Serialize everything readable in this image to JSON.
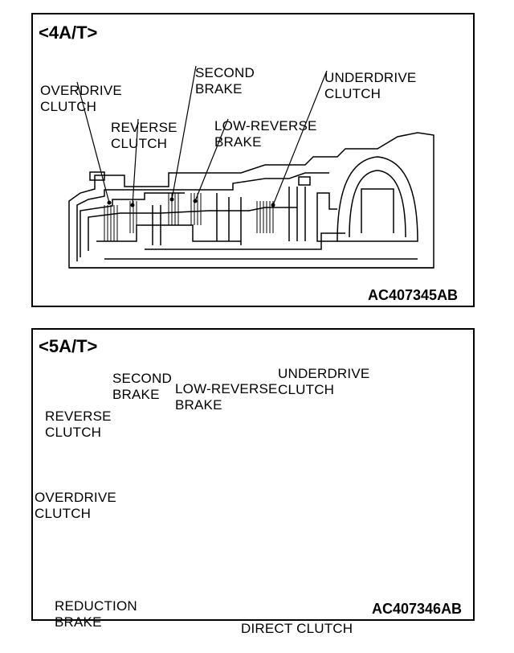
{
  "panel_4at": {
    "title": "<4A/T>",
    "code": "AC407345AB",
    "labels": {
      "overdrive_clutch": [
        "OVERDRIVE",
        "CLUTCH"
      ],
      "reverse_clutch": [
        "REVERSE",
        "CLUTCH"
      ],
      "second_brake": [
        "SECOND",
        "BRAKE"
      ],
      "low_reverse_brake": [
        "LOW-REVERSE",
        "BRAKE"
      ],
      "underdrive_clutch": [
        "UNDERDRIVE",
        "CLUTCH"
      ]
    }
  },
  "panel_5at": {
    "title": "<5A/T>",
    "code": "AC407346AB",
    "labels": {
      "second_brake": [
        "SECOND",
        "BRAKE"
      ],
      "low_reverse_brake": [
        "LOW-REVERSE",
        "BRAKE"
      ],
      "underdrive_clutch": [
        "UNDERDRIVE",
        "CLUTCH"
      ],
      "reverse_clutch": [
        "REVERSE",
        "CLUTCH"
      ],
      "overdrive_clutch": [
        "OVERDRIVE",
        "CLUTCH"
      ],
      "reduction_brake": [
        "REDUCTION",
        "BRAKE"
      ],
      "direct_clutch": [
        "DIRECT CLUTCH"
      ]
    }
  }
}
